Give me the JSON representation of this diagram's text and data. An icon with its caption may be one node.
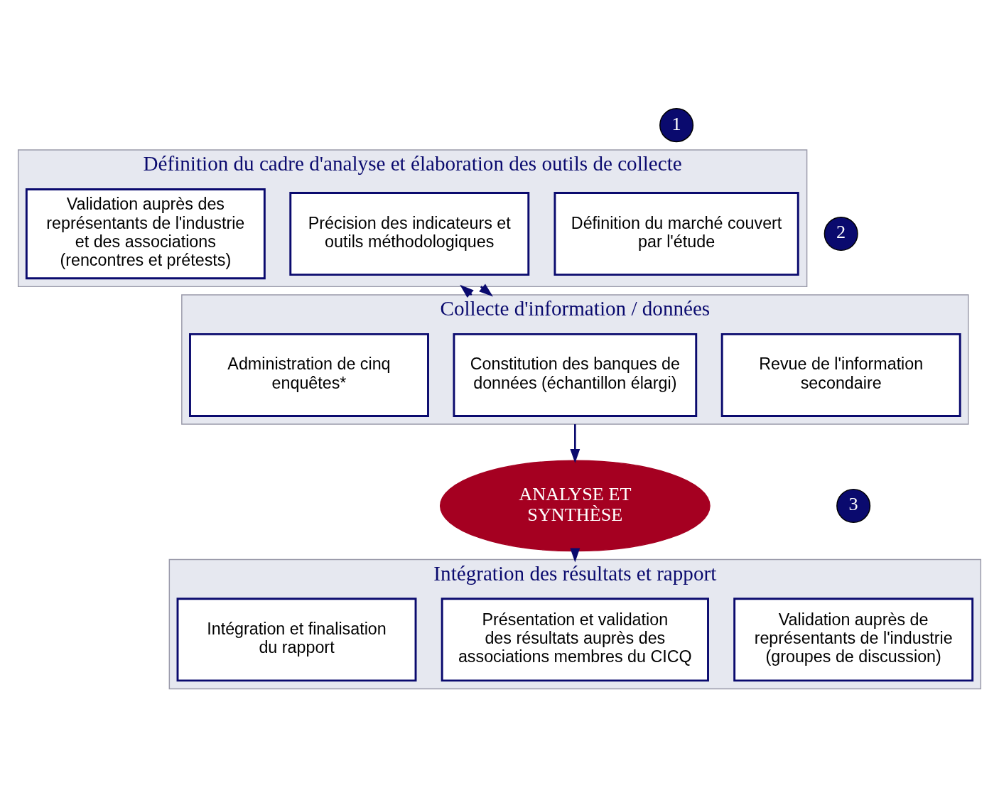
{
  "diagram": {
    "nodes": [
      {
        "text": [
          "1"
        ]
      },
      {
        "text": [
          "Définition du cadre d'analyse et élaboration des outils de collecte"
        ]
      },
      {
        "text": [
          "Définition du marché couvert par l'étude"
        ],
        "in": 1
      },
      {
        "text": [
          "Précision des indicateurs et outils méthodologiques"
        ],
        "in": 1
      },
      {
        "text": [
          "Validation auprès des représentants de l'industrie et des associations (rencontres et prétests)"
        ],
        "in": 1
      },
      {
        "text": [
          "2"
        ]
      },
      {
        "text": [
          "Collecte d'information / données"
        ]
      },
      {
        "text": [
          "Revue de l'information secondaire"
        ],
        "in": 6
      },
      {
        "text": [
          "Constitution des banques de données (échantillon élargi)"
        ],
        "in": 6
      },
      {
        "text": [
          "Administration de cinq enquêtes*"
        ],
        "in": 6
      },
      {
        "text": [
          "ANALYSE ET SYNTHÈSE"
        ]
      },
      {
        "text": [
          "3"
        ]
      },
      {
        "text": [
          "Intégration des résultats et rapport"
        ]
      },
      {
        "text": [
          "Validation auprès de représentants de l'industrie (groupes de discussion)"
        ],
        "in": 12
      },
      {
        "text": [
          "Présentation et validation des résultats auprès des associations membres du CICQ"
        ],
        "in": 12
      },
      {
        "text": [
          "Intégration et finalisation du rapport"
        ],
        "in": 12
      }
    ],
    "edges": [
      {
        "from": 1,
        "to": 6,
        "arrow": "to"
      },
      {
        "from": 6,
        "to": 1,
        "arrow": "to"
      },
      {
        "from": 6,
        "to": 10,
        "arrow": "to"
      },
      {
        "from": 10,
        "to": 12,
        "arrow": "to"
      }
    ]
  }
}
